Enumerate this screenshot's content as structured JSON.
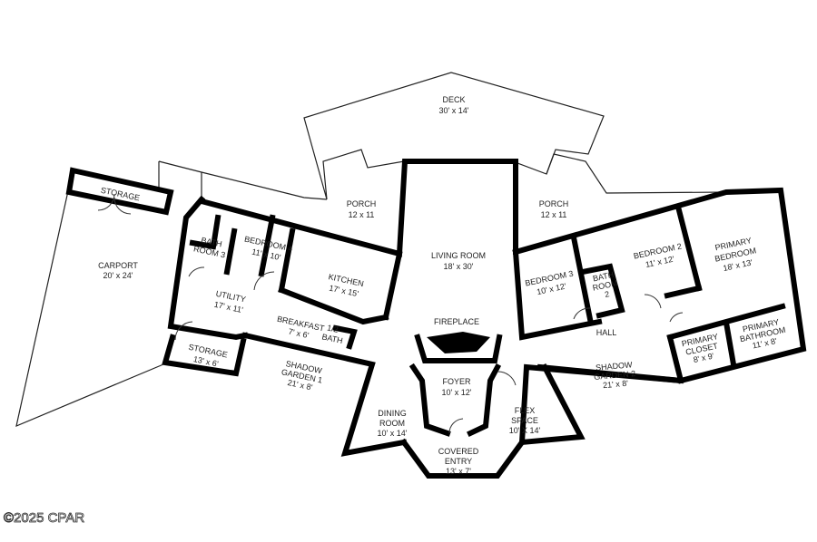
{
  "rooms": {
    "deck": {
      "name": "DECK",
      "size": "30' x 14'"
    },
    "porch_left": {
      "name": "PORCH",
      "size": "12 x 11"
    },
    "porch_right": {
      "name": "PORCH",
      "size": "12 x 11"
    },
    "storage_top": {
      "name": "STORAGE"
    },
    "carport": {
      "name": "CARPORT",
      "size": "20' x 24'"
    },
    "bathroom3": {
      "name1": "BATH",
      "name2": "ROOM 3"
    },
    "bedroom4": {
      "name": "BEDROOM 4",
      "size": "11' x 10'"
    },
    "kitchen": {
      "name": "KITCHEN",
      "size": "17' x 15'"
    },
    "utility": {
      "name": "UTILITY",
      "size": "17' x 11'"
    },
    "breakfast": {
      "name": "BREAKFAST",
      "size": "7' x 6'"
    },
    "half_bath": {
      "name1": "1/2",
      "name2": "BATH"
    },
    "storage_bottom": {
      "name": "STORAGE",
      "size": "13' x 6'"
    },
    "shadow_garden1": {
      "name1": "SHADOW",
      "name2": "GARDEN 1",
      "size": "21' x 8'"
    },
    "living_room": {
      "name": "LIVING ROOM",
      "size": "18' x 30'"
    },
    "fireplace": {
      "name": "FIREPLACE"
    },
    "foyer": {
      "name": "FOYER",
      "size": "10' x 12'"
    },
    "dining_room": {
      "name1": "DINING",
      "name2": "ROOM",
      "size": "10' x 14'"
    },
    "flex_space": {
      "name1": "FLEX",
      "name2": "SPACE",
      "size": "10' X 14'"
    },
    "covered_entry": {
      "name1": "COVERED",
      "name2": "ENTRY",
      "size": "13' x 7'"
    },
    "bedroom3": {
      "name": "BEDROOM 3",
      "size": "10' x 12'"
    },
    "bathroom2": {
      "name1": "BATH",
      "name2": "ROOM",
      "name3": "2"
    },
    "bedroom2": {
      "name": "BEDROOM 2",
      "size": "11' x 12'"
    },
    "primary_bedroom": {
      "name1": "PRIMARY",
      "name2": "BEDROOM",
      "size": "18' x 13'"
    },
    "hall": {
      "name": "HALL"
    },
    "primary_closet": {
      "name1": "PRIMARY",
      "name2": "CLOSET",
      "size": "8' x 9'"
    },
    "primary_bathroom": {
      "name1": "PRIMARY",
      "name2": "BATHROOM",
      "size": "11' x 8'"
    },
    "shadow_garden2": {
      "name1": "SHADOW",
      "name2": "GARDEN 2",
      "size": "21' x 8'"
    }
  },
  "watermark": "©2025 CPAR"
}
